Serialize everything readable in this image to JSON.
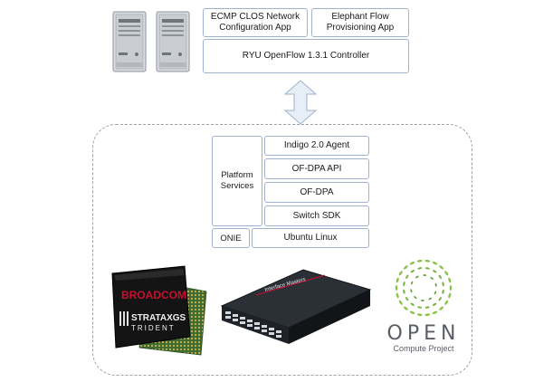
{
  "controller": {
    "ecmp_app_line1": "ECMP CLOS Network",
    "ecmp_app_line2": "Configuration  App",
    "elephant_app_line1": "Elephant Flow",
    "elephant_app_line2": "Provisioning App",
    "ryu_label": "RYU OpenFlow 1.3.1 Controller"
  },
  "switch_stack": {
    "platform_line1": "Platform",
    "platform_line2": "Services",
    "layers": [
      "Indigo 2.0 Agent",
      "OF-DPA API",
      "OF-DPA",
      "Switch SDK"
    ],
    "onie": "ONIE",
    "os": "Ubuntu Linux"
  },
  "hardware": {
    "chip_brand": "BROADCOM.",
    "chip_line1": "STRATAXGS",
    "chip_line2": "TRIDENT",
    "switch_brand": "Interface Masters"
  },
  "ocp": {
    "word": "OPEN",
    "sub": "Compute Project"
  },
  "colors": {
    "box_border": "#9fb3cf",
    "arrow_fill": "#e8eef6",
    "server_body": "#c9ccd1",
    "chip_red": "#c8102e",
    "ocp_green": "#7cb342"
  }
}
